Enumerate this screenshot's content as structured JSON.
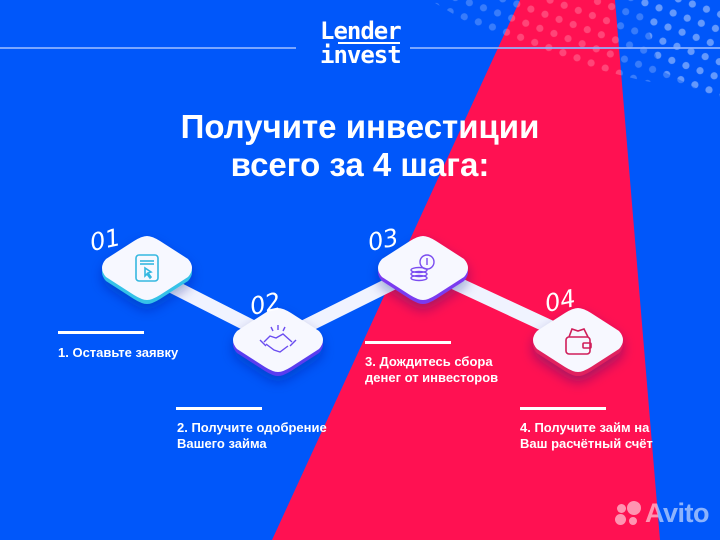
{
  "colors": {
    "background_blue": "#0057fa",
    "beam_red": "#ff1152",
    "text": "#ffffff"
  },
  "logo": {
    "line1": "Lender",
    "line2": "invest"
  },
  "title": {
    "line1": "Получите инвестиции",
    "line2": "всего за 4 шага:"
  },
  "steps": [
    {
      "number": "01",
      "label_line1": "1. Оставьте заявку",
      "label_line2": "",
      "icon": "application-form-icon",
      "accent": "#35c2e8"
    },
    {
      "number": "02",
      "label_line1": "2. Получите одобрение",
      "label_line2": "Вашего займа",
      "icon": "handshake-icon",
      "accent": "#5a3df0"
    },
    {
      "number": "03",
      "label_line1": "3. Дождитесь сбора",
      "label_line2": "денег от инвесторов",
      "icon": "coins-stack-icon",
      "accent": "#7a3bf0"
    },
    {
      "number": "04",
      "label_line1": "4. Получите займ на",
      "label_line2": "Ваш расчётный счёт",
      "icon": "wallet-icon",
      "accent": "#e0205f"
    }
  ],
  "watermark": {
    "text": "Avito"
  }
}
